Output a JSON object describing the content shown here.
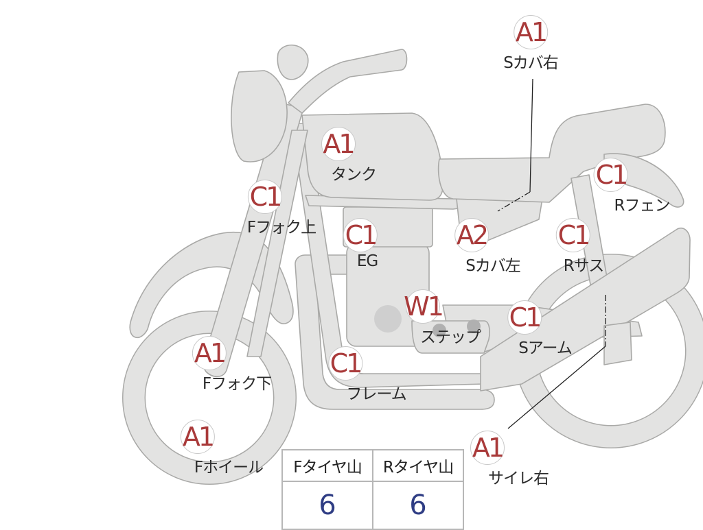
{
  "colors": {
    "marker_text": "#a93a3a",
    "bike_fill": "#e3e3e2",
    "bike_outline": "#a9a9a7",
    "table_value": "#2f3d84"
  },
  "markers": [
    {
      "id": "s-cover-right",
      "grade": "A1",
      "label": "Sカバ右"
    },
    {
      "id": "tank",
      "grade": "A1",
      "label": "タンク"
    },
    {
      "id": "fork-upper",
      "grade": "C1",
      "label": "Fフォク上"
    },
    {
      "id": "engine",
      "grade": "C1",
      "label": "EG"
    },
    {
      "id": "s-cover-left",
      "grade": "A2",
      "label": "Sカバ左"
    },
    {
      "id": "rear-fender",
      "grade": "C1",
      "label": "Rフェン"
    },
    {
      "id": "rear-suspension",
      "grade": "C1",
      "label": "Rサス"
    },
    {
      "id": "step",
      "grade": "W1",
      "label": "ステップ"
    },
    {
      "id": "swing-arm",
      "grade": "C1",
      "label": "Sアーム"
    },
    {
      "id": "fork-lower",
      "grade": "A1",
      "label": "Fフォク下"
    },
    {
      "id": "frame",
      "grade": "C1",
      "label": "フレーム"
    },
    {
      "id": "front-wheel",
      "grade": "A1",
      "label": "Fホイール"
    },
    {
      "id": "muffler-right",
      "grade": "A1",
      "label": "サイレ右"
    }
  ],
  "tire_table": {
    "headers": [
      "Fタイヤ山",
      "Rタイヤ山"
    ],
    "values": [
      "6",
      "6"
    ]
  }
}
